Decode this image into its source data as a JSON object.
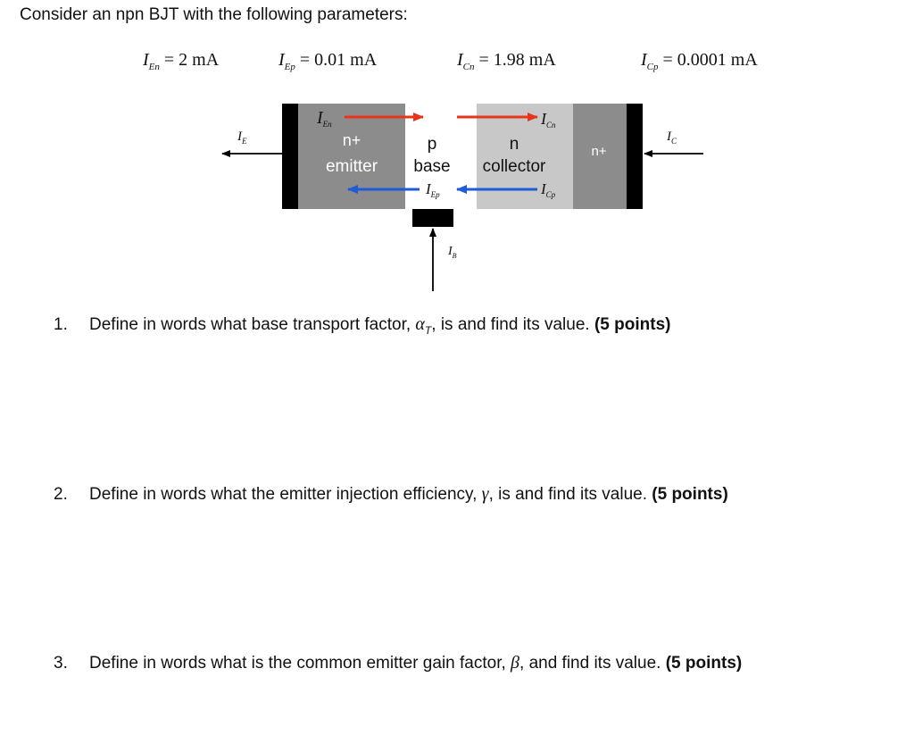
{
  "intro": "Consider an npn BJT with the following parameters:",
  "params": [
    {
      "sym": "I",
      "sub": "En",
      "eq": " = 2 mA"
    },
    {
      "sym": "I",
      "sub": "Ep",
      "eq": " = 0.01 mA"
    },
    {
      "sym": "I",
      "sub": "Cn",
      "eq": " = 1.98 mA"
    },
    {
      "sym": "I",
      "sub": "Cp",
      "eq": " = 0.0001 mA"
    }
  ],
  "diagram": {
    "emitter_type": "n+",
    "emitter_label": "emitter",
    "base_type": "p",
    "base_label": "base",
    "collector_type": "n",
    "collector_label": "collector",
    "contact_type": "n+",
    "current_symbol": "I",
    "ie_sub": "E",
    "ic_sub": "C",
    "ib_sub": "B",
    "ien_sub": "En",
    "icn_sub": "Cn",
    "iep_sub": "Ep",
    "icp_sub": "Cp",
    "colors": {
      "electron_arrow": "#e8341c",
      "hole_arrow": "#1f5bd6",
      "emitter_fill": "#8c8c8c",
      "base_fill": "#ffffff",
      "collector_fill": "#c8c8c8",
      "contact_fill": "#8c8c8c",
      "metal": "#000000"
    }
  },
  "questions": [
    {
      "num": "1.",
      "before": "Define in words what base transport factor, ",
      "sym": "α",
      "sub": "T",
      "after": ", is and find its value. ",
      "points": "(5 points)"
    },
    {
      "num": "2.",
      "before": "Define in words what the emitter injection efficiency, ",
      "sym": "γ",
      "sub": "",
      "after": ", is and find its value. ",
      "points": "(5 points)"
    },
    {
      "num": "3.",
      "before": "Define in words what is the common emitter gain factor, ",
      "sym": "β",
      "sub": "",
      "after": ", and find its value. ",
      "points": "(5 points)"
    }
  ]
}
